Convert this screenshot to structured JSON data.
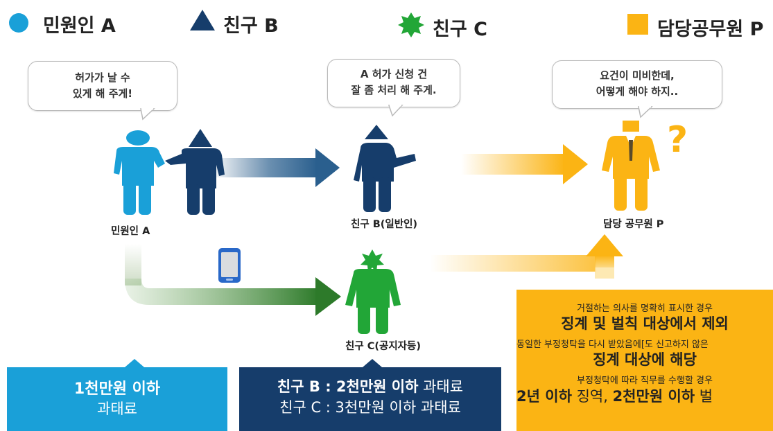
{
  "legend": {
    "applicant": "민원인 A",
    "friend_b": "친구 B",
    "friend_c": "친구 C",
    "official": "담당공무원 P"
  },
  "bubbles": {
    "applicant_line1": "허가가 날 수",
    "applicant_line2": "있게 해 주게!",
    "friend_b_line1": "A 허가 신청 건",
    "friend_b_line2": "잘 좀 처리 해 주게.",
    "official_line1": "요건이 미비한데,",
    "official_line2": "어떻게 해야 하지.."
  },
  "people": {
    "applicant": "민원인 A",
    "friend_b": "친구 B(일반인)",
    "friend_c": "친구 C(공지자등)",
    "official": "담당 공무원 P",
    "question": "?"
  },
  "box_applicant": {
    "line1": "1천만원 이하",
    "line2": "과태료"
  },
  "box_friends": {
    "b_prefix": "친구 B : ",
    "b_bold": "2천만원 이하",
    "b_suffix": " 과태료",
    "c_text": "친구 C : 3천만원 이하 과태료"
  },
  "box_official": {
    "case1_cond": "거절하는 의사를 명확히 표시한 경우",
    "case1_result": "징계 및 벌칙 대상에서 제외",
    "case2_cond": "동일한 부정청탁을 다시 받았음에[도 신고하지 않은",
    "case2_result": "징계 대상에 해당",
    "case3_cond": "부정청탁에 따라 직무를 수행할 경우",
    "case3_bold1": "2년 이하",
    "case3_mid": " 징역, ",
    "case3_bold2": "2천만원 이하",
    "case3_tail": " 벌"
  },
  "colors": {
    "applicant": "#1aa0d8",
    "friend_b": "#163d6b",
    "friend_c": "#22a637",
    "official": "#fbb414",
    "dark_green": "#2d7a2a"
  }
}
